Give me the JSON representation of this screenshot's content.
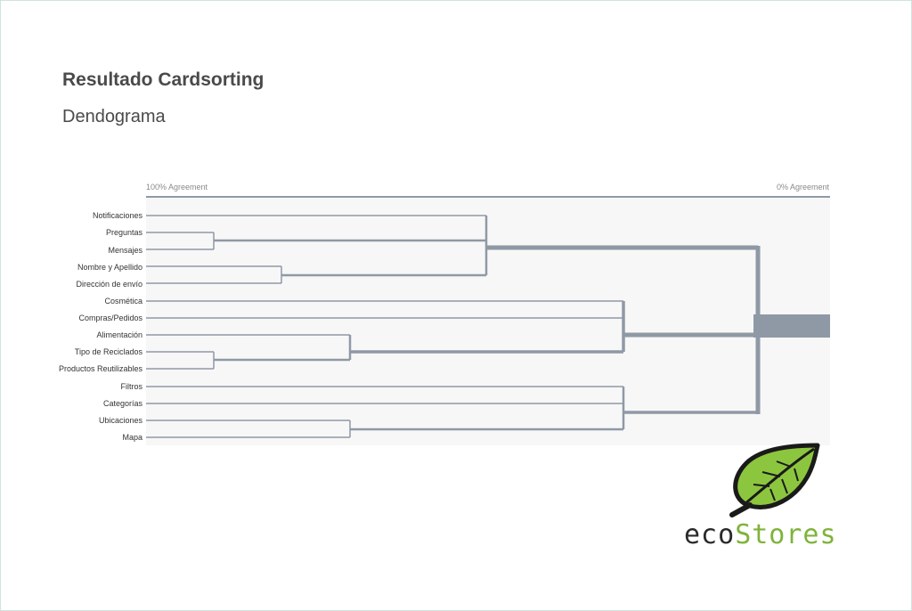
{
  "slide": {
    "title": "Resultado Cardsorting",
    "subtitle": "Dendograma"
  },
  "dendrogram": {
    "left_label": "100% Agreement",
    "right_label": "0% Agreement",
    "cards": [
      "Notificaciones",
      "Preguntas",
      "Mensajes",
      "Nombre y Apellido",
      "Dirección de envío",
      "Cosmética",
      "Compras/Pedidos",
      "Alimentación",
      "Tipo de Reciclados",
      "Productos Reutilizables",
      "Filtros",
      "Categorías",
      "Ubicaciones",
      "Mapa"
    ],
    "colors": {
      "line": "#8f99a6",
      "background": "#f7f7f7",
      "header_rule": "#8f99a6"
    }
  },
  "logo": {
    "brand_eco": "eco",
    "brand_stores": "Stores",
    "icon": "leaf-icon",
    "colors": {
      "leaf": "#8cc63f",
      "leaf_dark": "#5a9a1e",
      "outline": "#1a1a1a",
      "stores_text": "#7fb33a"
    }
  }
}
